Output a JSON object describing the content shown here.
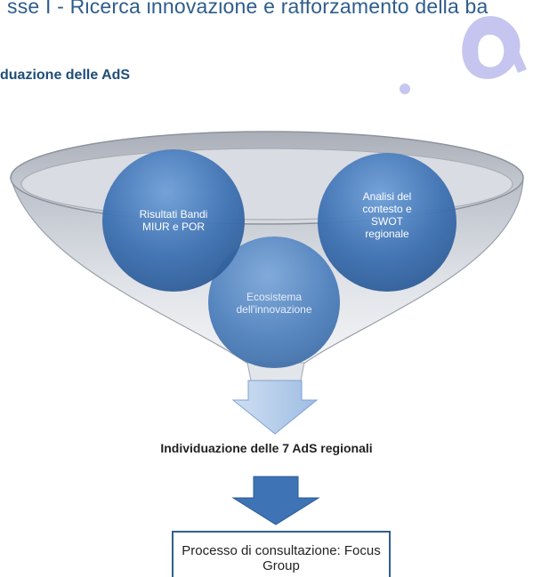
{
  "header": {
    "title_line": "sse I - Ricerca innovazione e rafforzamento della ba",
    "section_title": "duazione delle AdS"
  },
  "funnel": {
    "circles": [
      {
        "label": "Risultati Bandi MIUR e POR",
        "lines": [
          "Risultati Bandi",
          "MIUR e POR"
        ]
      },
      {
        "label": "Analisi del contesto e SWOT regionale",
        "lines": [
          "Analisi del",
          "contesto e",
          "SWOT",
          "regionale"
        ]
      },
      {
        "label": "Ecosistema dell'innovazione",
        "lines": [
          "Ecosistema",
          "dell'innovazione"
        ]
      }
    ]
  },
  "caption": "Individuazione  delle 7 AdS regionali",
  "process_box": "Processo di consultazione: Focus Group",
  "colors": {
    "circle_blue": "#3f74b5",
    "funnel_gray": "#c8ccd4",
    "arrow_blue": "#3a6fb3",
    "box_border": "#2f5f8f"
  }
}
